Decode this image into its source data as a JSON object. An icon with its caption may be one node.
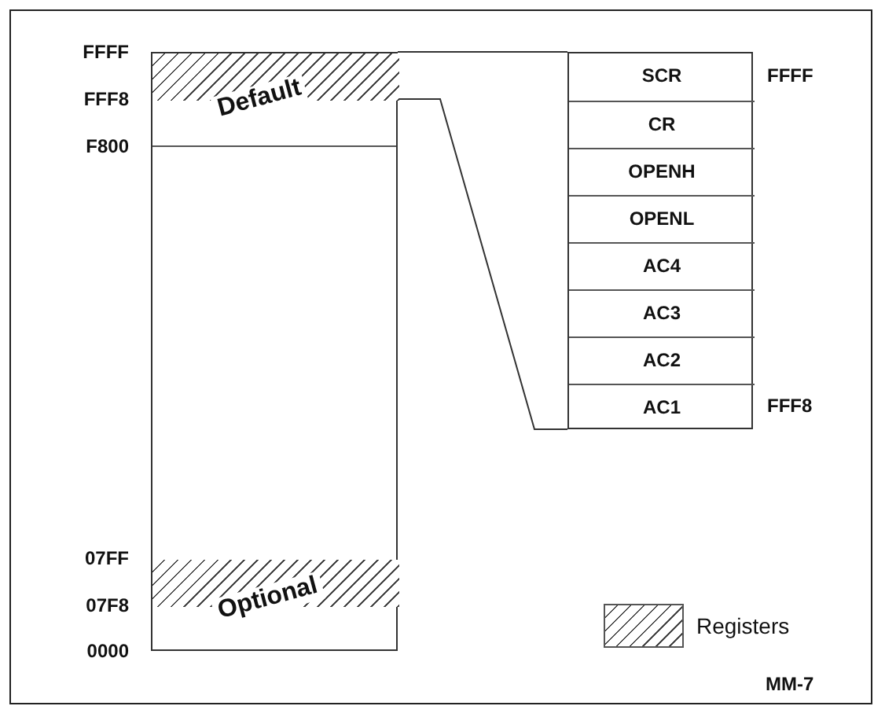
{
  "diagram": {
    "nodes": [
      {
        "text": [],
        "shape": "box"
      },
      {
        "text": [
          "Default"
        ],
        "in": 0
      },
      {
        "text": [
          "Optional"
        ],
        "in": 0
      },
      {
        "text": [],
        "shape": "box"
      },
      {
        "text": [
          "SCR"
        ],
        "in": 3
      },
      {
        "text": [
          "CR"
        ],
        "in": 3
      },
      {
        "text": [
          "OPENH"
        ],
        "in": 3
      },
      {
        "text": [
          "OPENL"
        ],
        "in": 3
      },
      {
        "text": [
          "AC4"
        ],
        "in": 3
      },
      {
        "text": [
          "AC3"
        ],
        "in": 3
      },
      {
        "text": [
          "AC2"
        ],
        "in": 3
      },
      {
        "text": [
          "AC1"
        ],
        "in": 3
      }
    ],
    "edges": [
      {
        "from": 1,
        "to": 3,
        "arrow": "none"
      },
      {
        "from": 1,
        "to": 3,
        "arrow": "none"
      }
    ],
    "labels": [
      "FFFF",
      "FFFF",
      "FFF8",
      "F800",
      "FFF8",
      "07FF",
      "07F8",
      "0000",
      "MM-7"
    ],
    "legend": [
      {
        "text": "Registers"
      }
    ]
  }
}
